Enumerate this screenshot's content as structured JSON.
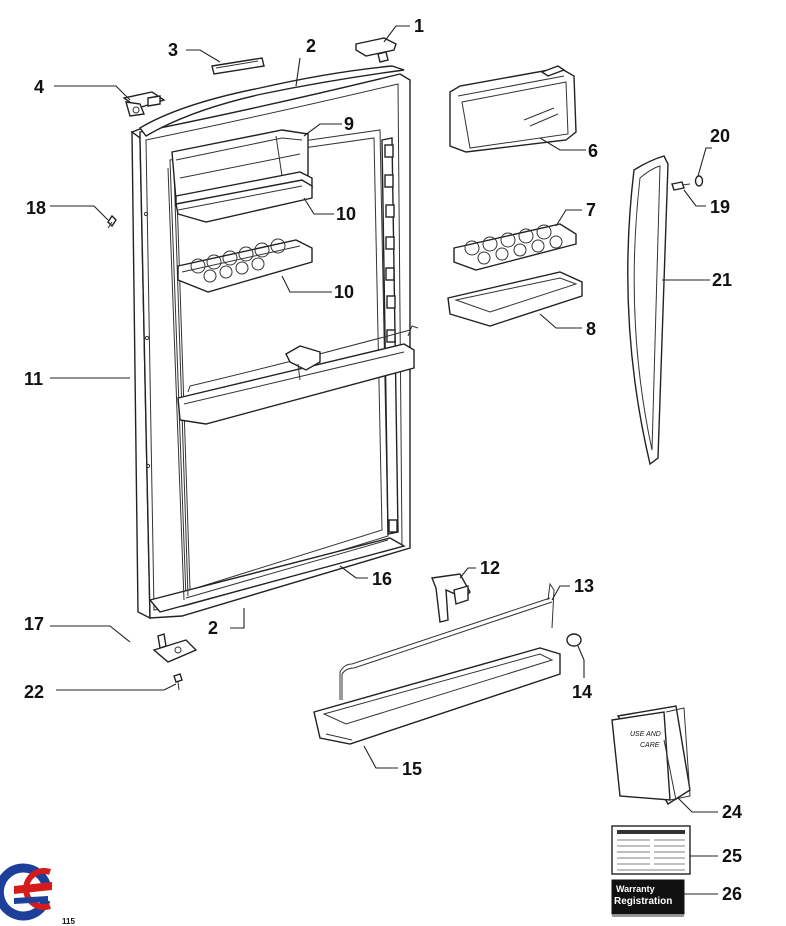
{
  "labels": {
    "p1": "1",
    "p2_top": "2",
    "p2_bottom": "2",
    "p3": "3",
    "p4": "4",
    "p6": "6",
    "p7": "7",
    "p8": "8",
    "p9": "9",
    "p10_upper": "10",
    "p10_lower": "10",
    "p11": "11",
    "p12": "12",
    "p13": "13",
    "p14": "14",
    "p15": "15",
    "p16": "16",
    "p17": "17",
    "p18": "18",
    "p19": "19",
    "p20": "20",
    "p21": "21",
    "p22": "22",
    "p24": "24",
    "p25": "25",
    "p26": "26"
  },
  "manual": {
    "line1": "USE AND",
    "line2": "CARE"
  },
  "warranty": {
    "line1": "Warranty",
    "line2": "Registration"
  },
  "page_number": "115",
  "colors": {
    "logo_red": "#d41c1c",
    "logo_blue": "#1d3f9a",
    "ink": "#222222"
  }
}
